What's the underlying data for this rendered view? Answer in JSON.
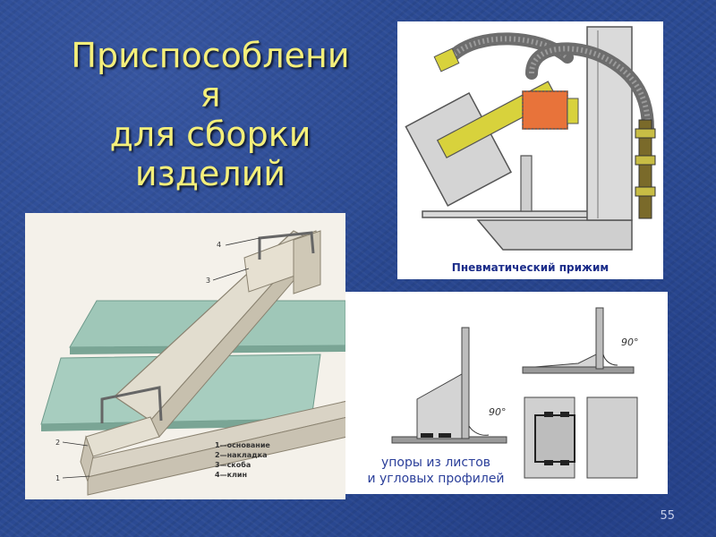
{
  "slide": {
    "title_line1": "Приспособлени",
    "title_line2": "я",
    "title_line3": "для сборки",
    "title_line4": "изделий",
    "number": "55"
  },
  "pneumatic_panel": {
    "caption": "Пневматический прижим"
  },
  "jig_panel": {
    "callouts": [
      "4",
      "3",
      "2",
      "1"
    ],
    "legend": [
      "1—основание",
      "2—накладка",
      "3—скоба",
      "4—клин"
    ]
  },
  "stops_panel": {
    "caption_line1": "упоры из листов",
    "caption_line2": "и угловых профилей",
    "angle_labels": [
      "90°",
      "90°"
    ]
  }
}
